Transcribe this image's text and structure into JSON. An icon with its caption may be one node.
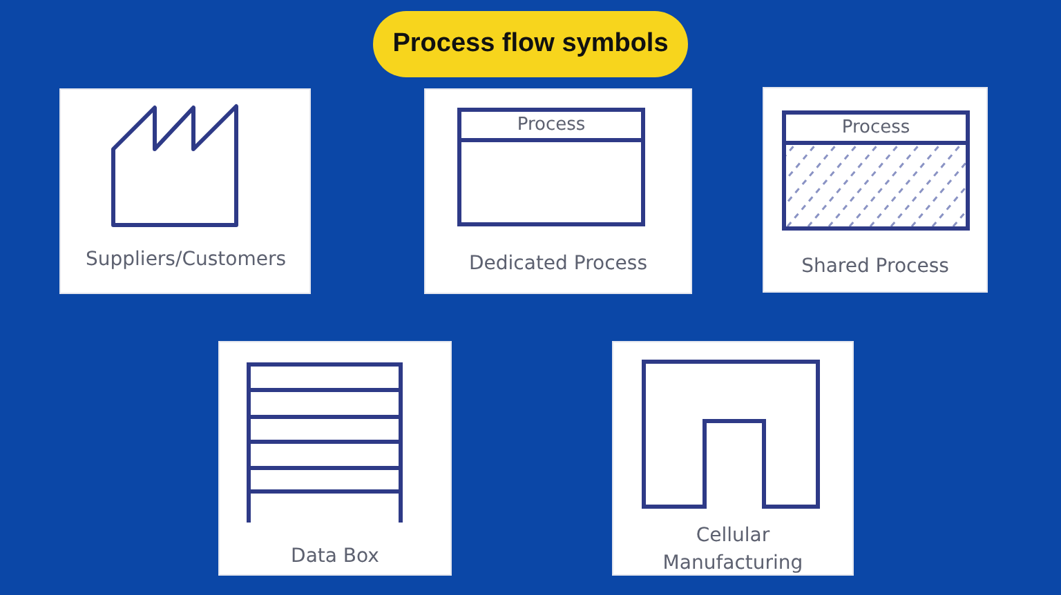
{
  "diagram": {
    "title": "Process flow symbols",
    "nodes": [
      {
        "text": [
          "Suppliers/Customers"
        ]
      },
      {
        "text": [
          "Dedicated Process"
        ]
      },
      {
        "text": [
          "Process"
        ],
        "in": 1
      },
      {
        "text": [
          "Shared Process"
        ]
      },
      {
        "text": [
          "Process"
        ],
        "in": 3
      },
      {
        "text": [
          "Data Box"
        ]
      },
      {
        "text": [
          "Cellular Manufacturing"
        ]
      }
    ]
  }
}
